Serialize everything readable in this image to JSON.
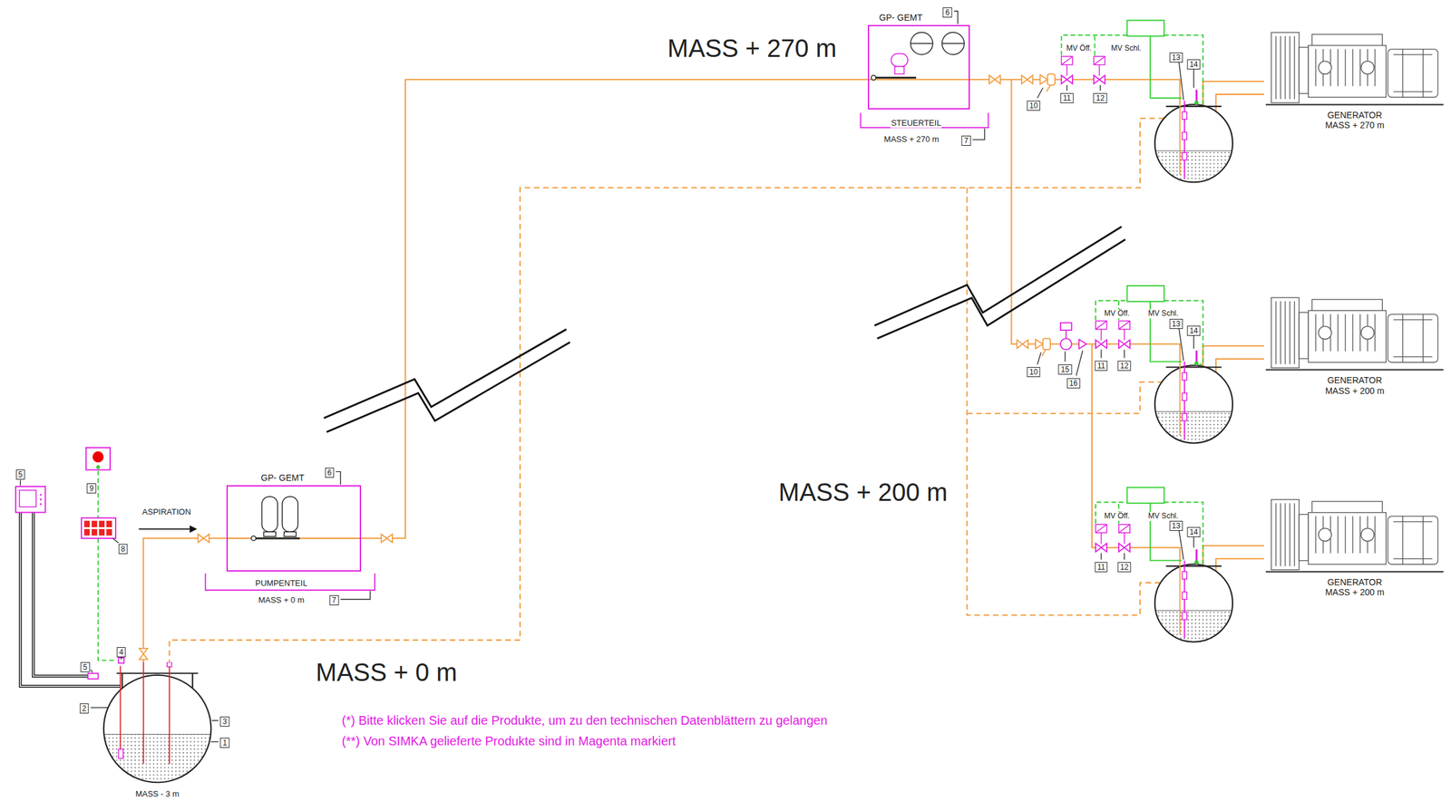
{
  "diagram": {
    "nodes": [
      {
        "text": [
          "MASS - 3 m"
        ]
      },
      {
        "text": [
          "GP- GEMT"
        ]
      },
      {
        "text": [
          "GP- GEMT"
        ]
      },
      {
        "text": [
          "GENERATOR",
          "MASS + 270 m"
        ]
      },
      {
        "text": [
          "GENERATOR",
          "MASS + 200 m"
        ]
      },
      {
        "text": [
          "GENERATOR",
          "MASS + 200 m"
        ]
      }
    ],
    "edges": [
      {
        "from": 0,
        "to": 1,
        "arrow": "none"
      },
      {
        "from": 1,
        "to": 2,
        "arrow": "none"
      }
    ],
    "labels": [
      "MASS + 270 m",
      "MASS + 200 m",
      "MASS + 0 m",
      "ASPIRATION",
      "STEUERTEIL",
      "MASS + 270 m",
      "7",
      "6",
      "PUMPENTEIL",
      "MASS + 0 m",
      "7",
      "6",
      "MV Öff.",
      "MV Schl.",
      "10",
      "11",
      "12",
      "13",
      "14",
      "MV Öff.",
      "MV Schl.",
      "10",
      "15",
      "16",
      "11",
      "12",
      "13",
      "14",
      "MV Öff.",
      "MV Schl.",
      "11",
      "12",
      "13",
      "14",
      "5",
      "9",
      "8",
      "4",
      "5",
      "2",
      "3",
      "1",
      "(*) Bitte klicken Sie auf die Produkte, um zu den technischen Datenblättern zu gelangen",
      "(**) Von SIMKA gelieferte Produkte sind in Magenta markiert"
    ]
  }
}
